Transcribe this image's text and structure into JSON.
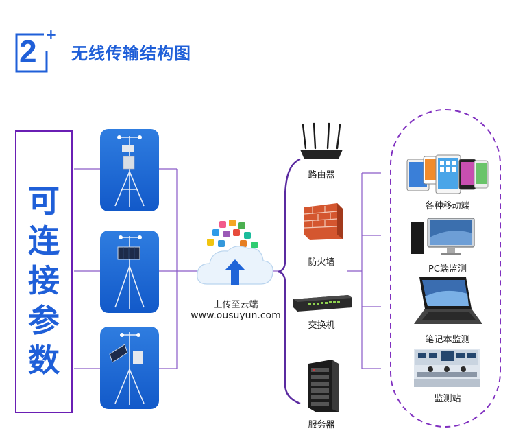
{
  "header": {
    "badge_number": "2",
    "badge_plus": "+",
    "title": "无线传输结构图"
  },
  "left_label": {
    "chars": [
      "可",
      "连",
      "接",
      "参",
      "数"
    ]
  },
  "cloud": {
    "caption": "上传至云端",
    "url": "www.ousuyun.com"
  },
  "network_devices": [
    {
      "label": "路由器",
      "icon": "router-icon"
    },
    {
      "label": "防火墙",
      "icon": "firewall-icon"
    },
    {
      "label": "交换机",
      "icon": "switch-icon"
    },
    {
      "label": "服务器",
      "icon": "server-icon"
    }
  ],
  "terminals": [
    {
      "label": "各种移动端",
      "icon": "mobile-devices-icon"
    },
    {
      "label": "PC端监测",
      "icon": "pc-monitor-icon"
    },
    {
      "label": "笔记本监测",
      "icon": "laptop-icon"
    },
    {
      "label": "监测站",
      "icon": "monitoring-station-icon"
    }
  ],
  "colors": {
    "accent_blue": "#1f5fd8",
    "purple": "#6a1fb4",
    "line_purple": "#8a5ac8"
  }
}
